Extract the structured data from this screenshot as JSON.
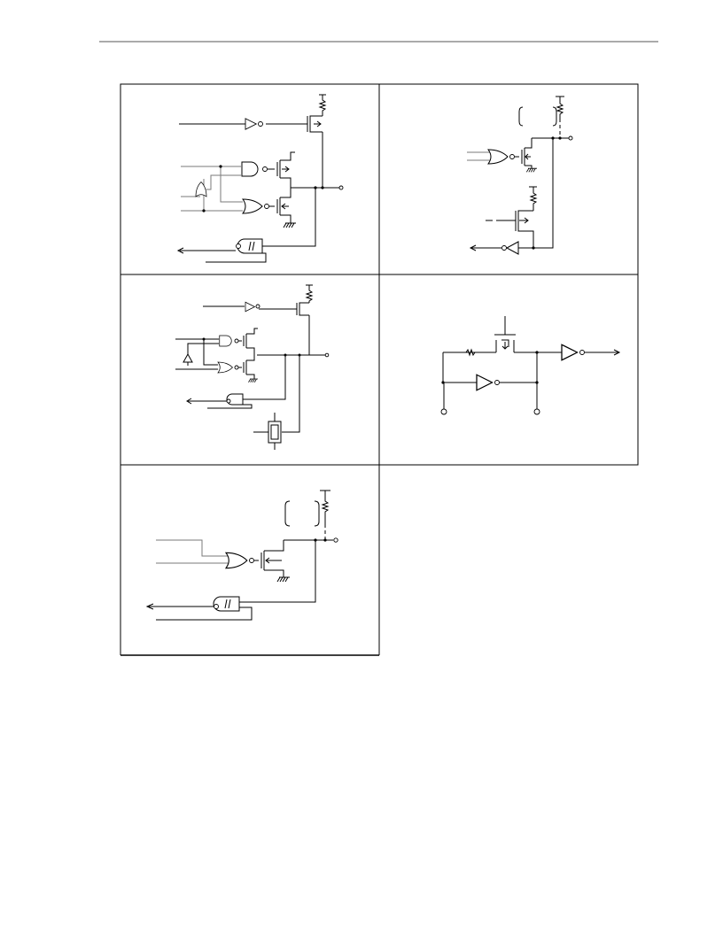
{
  "page": {
    "text_labels": []
  },
  "panels": [
    {
      "id": "panel-1",
      "kind": "port-circuit-push-pull-schmitt-input"
    },
    {
      "id": "panel-2",
      "kind": "port-circuit-open-drain-with-pullup-option"
    },
    {
      "id": "panel-3",
      "kind": "port-circuit-with-crystal-resonator"
    },
    {
      "id": "panel-4",
      "kind": "oscillator-feedback-inverter-circuit"
    },
    {
      "id": "panel-5",
      "kind": "port-circuit-open-drain-schmitt-input"
    }
  ],
  "colors": {
    "line": "#000000",
    "signal_line": "#7a7a7a",
    "background": "#ffffff"
  }
}
